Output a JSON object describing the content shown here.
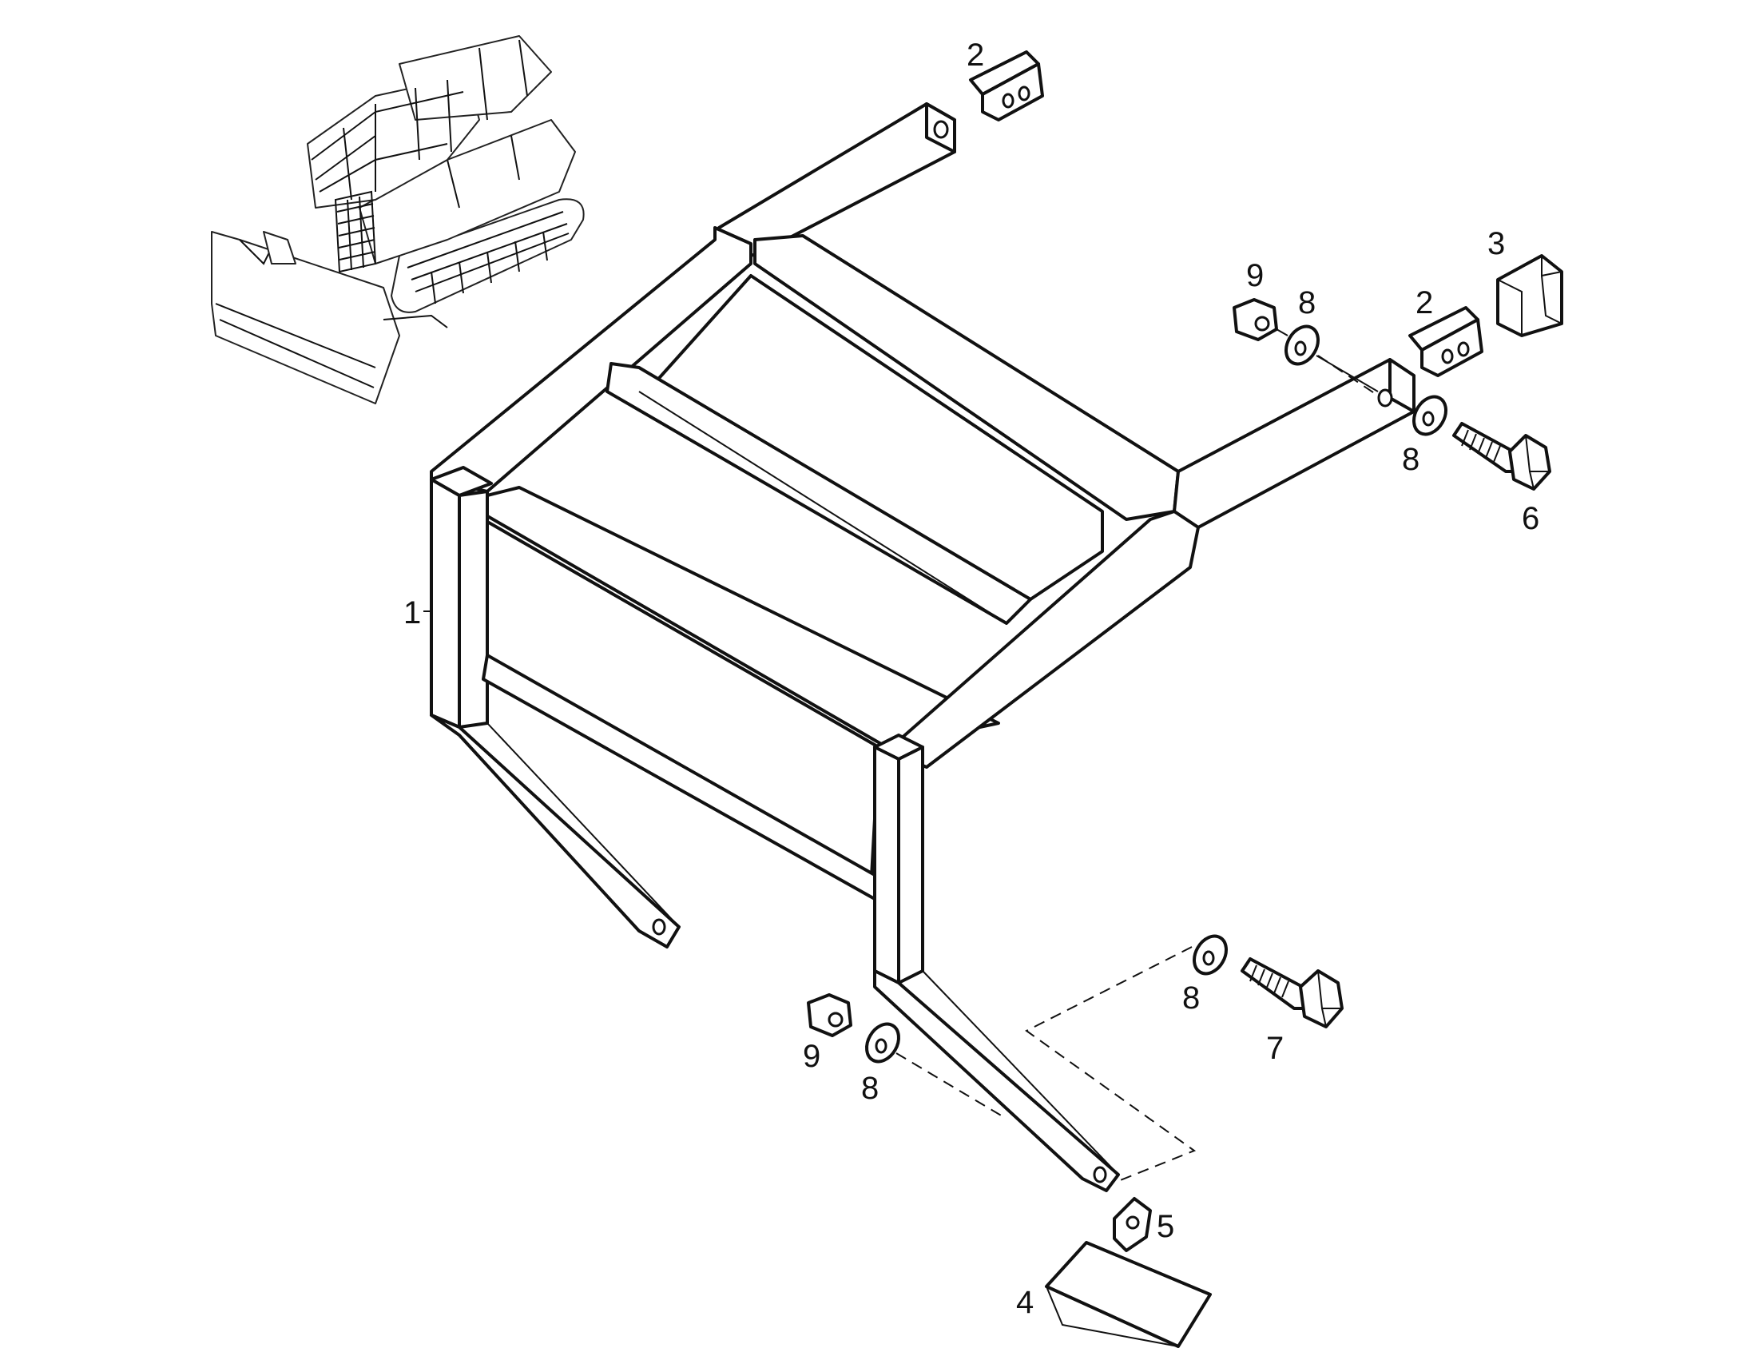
{
  "callouts": {
    "frame": "1",
    "bracket_top": "2",
    "bracket_right": "2",
    "cap": "3",
    "wedge": "4",
    "square_nut": "5",
    "bolt_upper": "6",
    "bolt_lower": "7",
    "washer_upper_left": "8",
    "washer_upper_right": "8",
    "washer_lower_right": "8",
    "washer_lower_left": "8",
    "nut_upper": "9",
    "nut_lower": "9"
  }
}
